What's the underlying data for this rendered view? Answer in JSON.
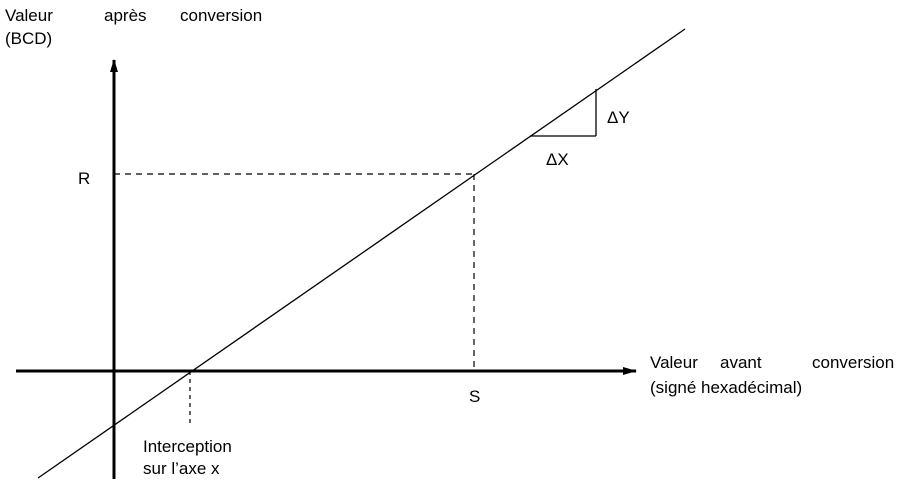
{
  "y_axis": {
    "label_line1_word1": "Valeur",
    "label_line1_word2": "après",
    "label_line1_word3": "conversion",
    "label_line2": "(BCD)"
  },
  "x_axis": {
    "label_line1_word1": "Valeur",
    "label_line1_word2": "avant",
    "label_line1_word3": "conversion",
    "label_line2": "(signé hexadécimal)"
  },
  "markers": {
    "r": "R",
    "s": "S"
  },
  "slope": {
    "delta_x": "ΔX",
    "delta_y": "ΔY"
  },
  "intercept": {
    "line1": "Interception",
    "line2": "sur l’axe x"
  },
  "colors": {
    "ink": "#000000",
    "background": "#ffffff"
  }
}
